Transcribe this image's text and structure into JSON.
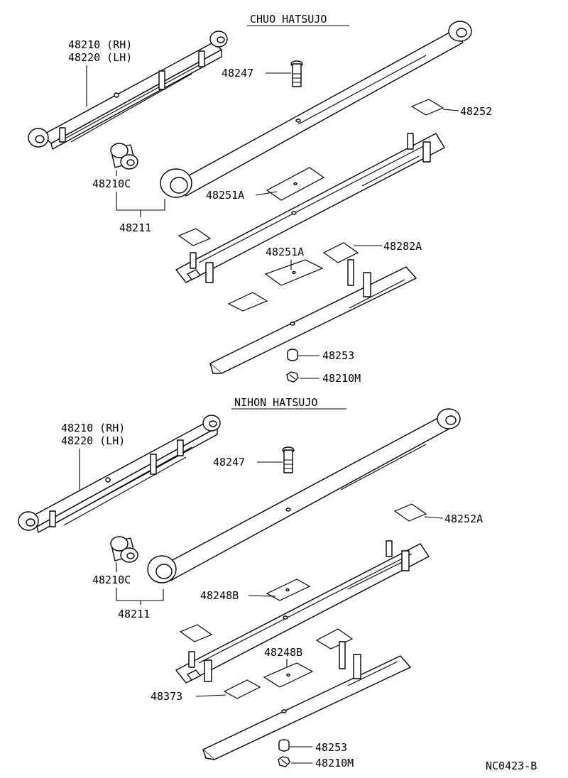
{
  "sections": [
    {
      "title": "CHUO HATSUJO",
      "labels": {
        "spring_rh": "48210 (RH)",
        "spring_lh": "48220 (LH)",
        "bolt": "48247",
        "pad_top": "48252",
        "bushing": "48210C",
        "bushing_group": "48211",
        "insert_a": "48251A",
        "insert_b": "48251A",
        "pad_right": "48282A",
        "spacer": "48253",
        "nut": "48210M"
      }
    },
    {
      "title": "NIHON HATSUJO",
      "labels": {
        "spring_rh": "48210 (RH)",
        "spring_lh": "48220 (LH)",
        "bolt": "48247",
        "pad_top": "48252A",
        "bushing": "48210C",
        "bushing_group": "48211",
        "insert_a": "48248B",
        "insert_b": "48248B",
        "pad_left": "48373",
        "spacer": "48253",
        "nut": "48210M"
      }
    }
  ],
  "diagram_code": "NC0423-B"
}
